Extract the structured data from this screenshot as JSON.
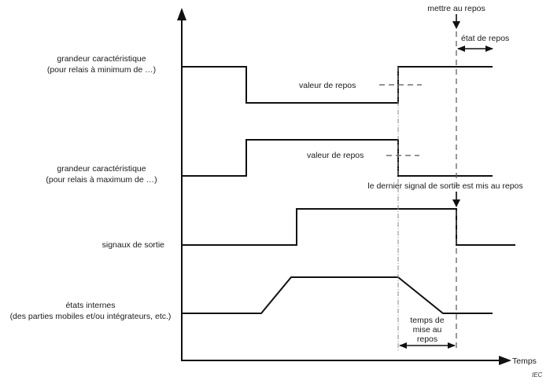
{
  "diagram": {
    "axis": {
      "x_label": "Temps",
      "credit": "IEC"
    },
    "rows": [
      {
        "id": "min",
        "line1": "grandeur caractéristique",
        "line2": "(pour relais à minimum de …)",
        "annotation": "valeur de repos"
      },
      {
        "id": "max",
        "line1": "grandeur caractéristique",
        "line2": "(pour relais à maximum de …)",
        "annotation": "valeur de repos"
      },
      {
        "id": "out",
        "line1": "signaux de sortie",
        "line2": ""
      },
      {
        "id": "int",
        "line1": "états internes",
        "line2": "(des parties mobiles et/ou intégrateurs, etc.)"
      }
    ],
    "annotations": {
      "reset_command": "mettre au repos",
      "reset_state": "état de repos",
      "last_output_reset": "le dernier signal de sortie est mis au repos",
      "reset_time_line1": "temps de",
      "reset_time_line2": "mise au",
      "reset_time_line3": "repos"
    }
  }
}
